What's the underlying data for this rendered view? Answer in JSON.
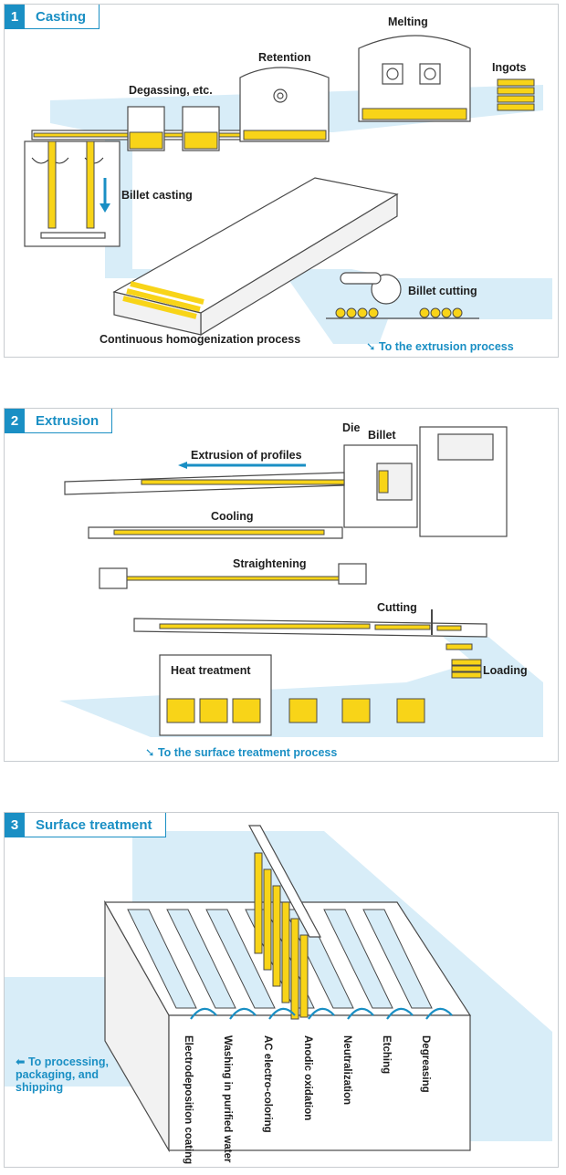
{
  "sections": [
    {
      "number": "1",
      "title": "Casting"
    },
    {
      "number": "2",
      "title": "Extrusion"
    },
    {
      "number": "3",
      "title": "Surface treatment"
    }
  ],
  "casting": {
    "labels": {
      "melting": "Melting",
      "ingots": "Ingots",
      "retention": "Retention",
      "degassing": "Degassing, etc.",
      "billet_casting": "Billet casting",
      "continuous_homogenization": "Continuous homogenization process",
      "billet_cutting": "Billet cutting"
    },
    "next_step": "To the extrusion process"
  },
  "extrusion": {
    "labels": {
      "die": "Die",
      "billet": "Billet",
      "extrusion_of_profiles": "Extrusion of profiles",
      "cooling": "Cooling",
      "straightening": "Straightening",
      "cutting": "Cutting",
      "heat_treatment": "Heat treatment",
      "loading": "Loading"
    },
    "next_step": "To the surface treatment process"
  },
  "surface": {
    "tanks": [
      "Electrodeposition coating",
      "Washing in purified water",
      "AC electro-coloring",
      "Anodic oxidation",
      "Neutralization",
      "Etching",
      "Degreasing"
    ],
    "next_step": "To processing, packaging, and shipping"
  },
  "colors": {
    "accent": "#1a8fc4",
    "flow": "#d8edf8",
    "aluminum": "#f8d418"
  }
}
